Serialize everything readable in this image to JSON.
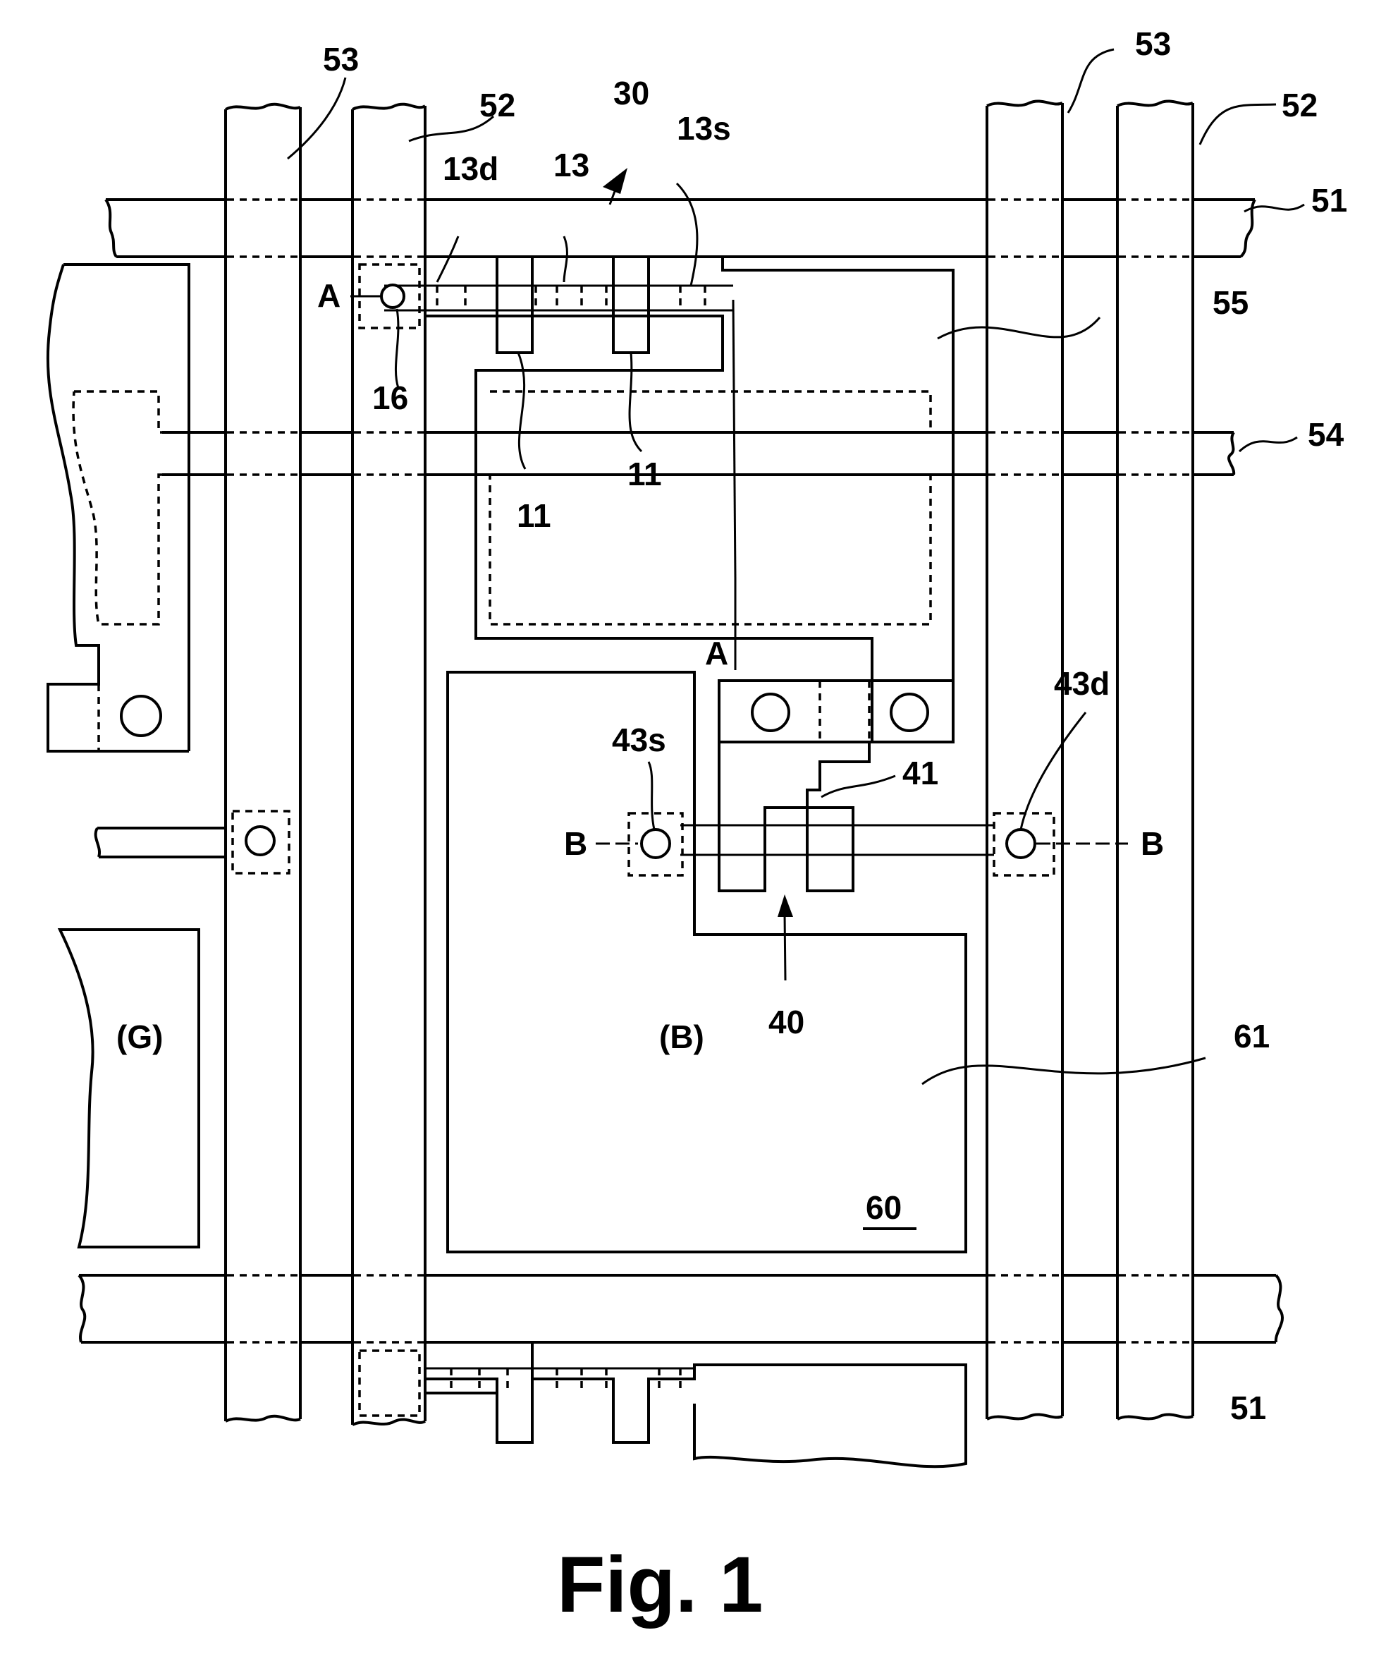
{
  "figure": {
    "caption": "Fig. 1"
  },
  "labels": {
    "scan_line_top": "51",
    "scan_line_bottom": "51",
    "drain_line_left": "52",
    "drain_line_right": "52",
    "power_line_left": "53",
    "power_line_right": "53",
    "capacitor_line": "54",
    "capacitor_electrode": "55",
    "first_tft": "30",
    "semiconductor": "13",
    "drain_region": "13d",
    "source_region": "13s",
    "gate_left": "11",
    "gate_right": "11",
    "contact_16": "16",
    "section_a_top": "A",
    "section_a_bottom": "A",
    "second_tft": "40",
    "gate_41": "41",
    "source_43s": "43s",
    "drain_43d": "43d",
    "section_b_left": "B",
    "section_b_right": "B",
    "pixel_electrode": "61",
    "display_pixel": "60",
    "color_blue": "(B)",
    "color_green": "(G)"
  }
}
